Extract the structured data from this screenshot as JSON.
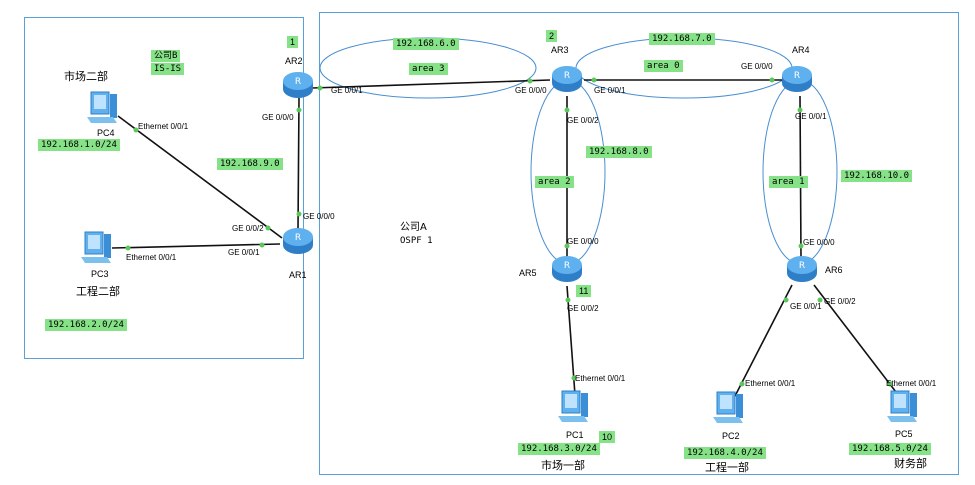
{
  "company_b": {
    "name": "公司B",
    "protocol": "IS-IS"
  },
  "company_a": {
    "name": "公司A",
    "protocol": "OSPF 1"
  },
  "networks": {
    "n6": "192.168.6.0",
    "n7": "192.168.7.0",
    "n8": "192.168.8.0",
    "n9": "192.168.9.0",
    "n10": "192.168.10.0",
    "pc4_net": "192.168.1.0/24",
    "pc3_net": "192.168.2.0/24",
    "pc1_net": "192.168.3.0/24",
    "pc2_net": "192.168.4.0/24",
    "pc5_net": "192.168.5.0/24"
  },
  "areas": {
    "a3": "area 3",
    "a0": "area 0",
    "a2": "area 2",
    "a1": "area 1"
  },
  "devices": {
    "ar1": "AR1",
    "ar2": "AR2",
    "ar3": "AR3",
    "ar4": "AR4",
    "ar5": "AR5",
    "ar6": "AR6",
    "pc1": "PC1",
    "pc2": "PC2",
    "pc3": "PC3",
    "pc4": "PC4",
    "pc5": "PC5"
  },
  "departments": {
    "pc4": "市场二部",
    "pc3": "工程二部",
    "pc1": "市场一部",
    "pc2": "工程一部",
    "pc5": "财务部"
  },
  "annotations": {
    "a1": "1",
    "a2": "2",
    "a11": "11",
    "a10": "10"
  },
  "ports": {
    "ge000": "GE 0/0/0",
    "ge001": "GE 0/0/1",
    "ge002": "GE 0/0/2",
    "eth001": "Ethernet 0/0/1"
  },
  "colors": {
    "router": "#3a8fd6",
    "link": "#000000",
    "port_dot": "#5cc85c",
    "label_bg": "#86e286",
    "box": "#5aa0d8"
  }
}
